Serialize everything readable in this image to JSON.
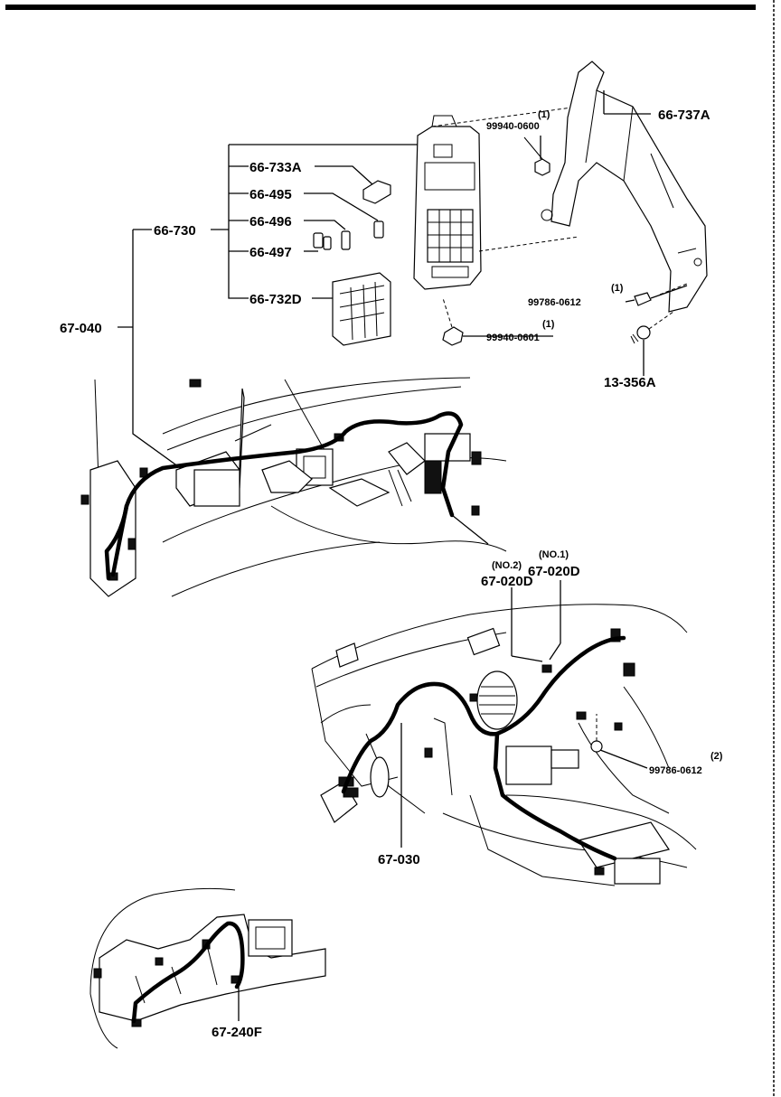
{
  "labels": {
    "p66_737A": "66-737A",
    "p99940_0600_qty": "(1)",
    "p99940_0600": "99940-0600",
    "p66_733A": "66-733A",
    "p66_495": "66-495",
    "p66_496": "66-496",
    "p66_497": "66-497",
    "p66_730": "66-730",
    "p66_732D": "66-732D",
    "p67_040": "67-040",
    "p99786_0612_a_qty": "(1)",
    "p99786_0612_a": "99786-0612",
    "p99940_0601_qty": "(1)",
    "p99940_0601": "99940-0601",
    "p13_356A": "13-356A",
    "no1": "(NO.1)",
    "p67_020D_1": "67-020D",
    "no2": "(NO.2)",
    "p67_020D_2": "67-020D",
    "p99786_0612_b_qty": "(2)",
    "p99786_0612_b": "99786-0612",
    "p67_030": "67-030",
    "p67_240F": "67-240F"
  }
}
